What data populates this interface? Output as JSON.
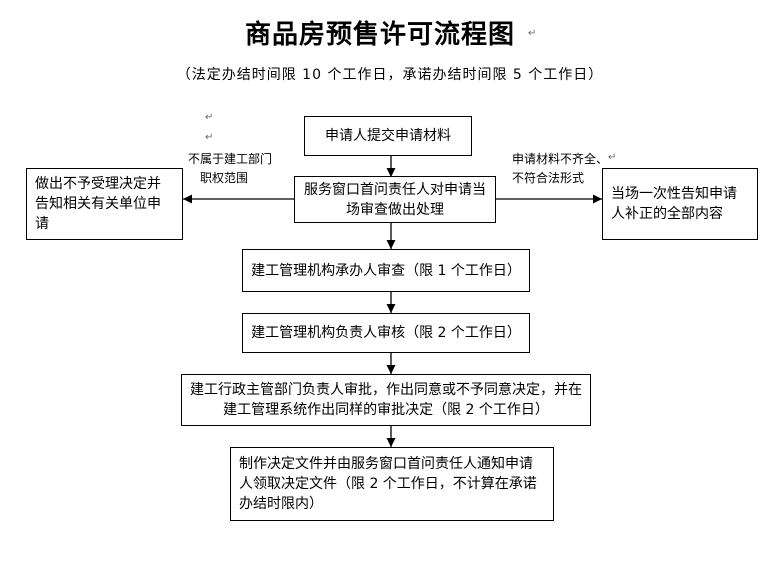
{
  "title": "商品房预售许可流程图",
  "subtitle": "（法定办结时间限 10 个工作日，承诺办结时间限 5 个工作日）",
  "paragraph_mark": "↵",
  "nodes": {
    "submit": "申请人提交申请材料",
    "window_review": "服务窗口首问责任人对申请当场审查做出处理",
    "reject": "做出不予受理决定并告知相关有关单位申请",
    "supplement": "当场一次性告知申请人补正的全部内容",
    "handler_review": "建工管理机构承办人审查（限 1 个工作日）",
    "head_audit": "建工管理机构负责人审核（限 2 个工作日）",
    "dept_approval": "建工行政主管部门负责人审批，作出同意或不予同意决定，并在建工管理系统作出同样的审批决定（限 2 个工作日）",
    "issue_decision": "制作决定文件并由服务窗口首问责任人通知申请人领取决定文件（限 2 个工作日，不计算在承诺办结时限内）"
  },
  "labels": {
    "not_in_scope_1": "不属于建工部门",
    "not_in_scope_2": "职权范围",
    "incomplete_1": "申请材料不齐全、",
    "incomplete_2": "不符合法形式"
  }
}
